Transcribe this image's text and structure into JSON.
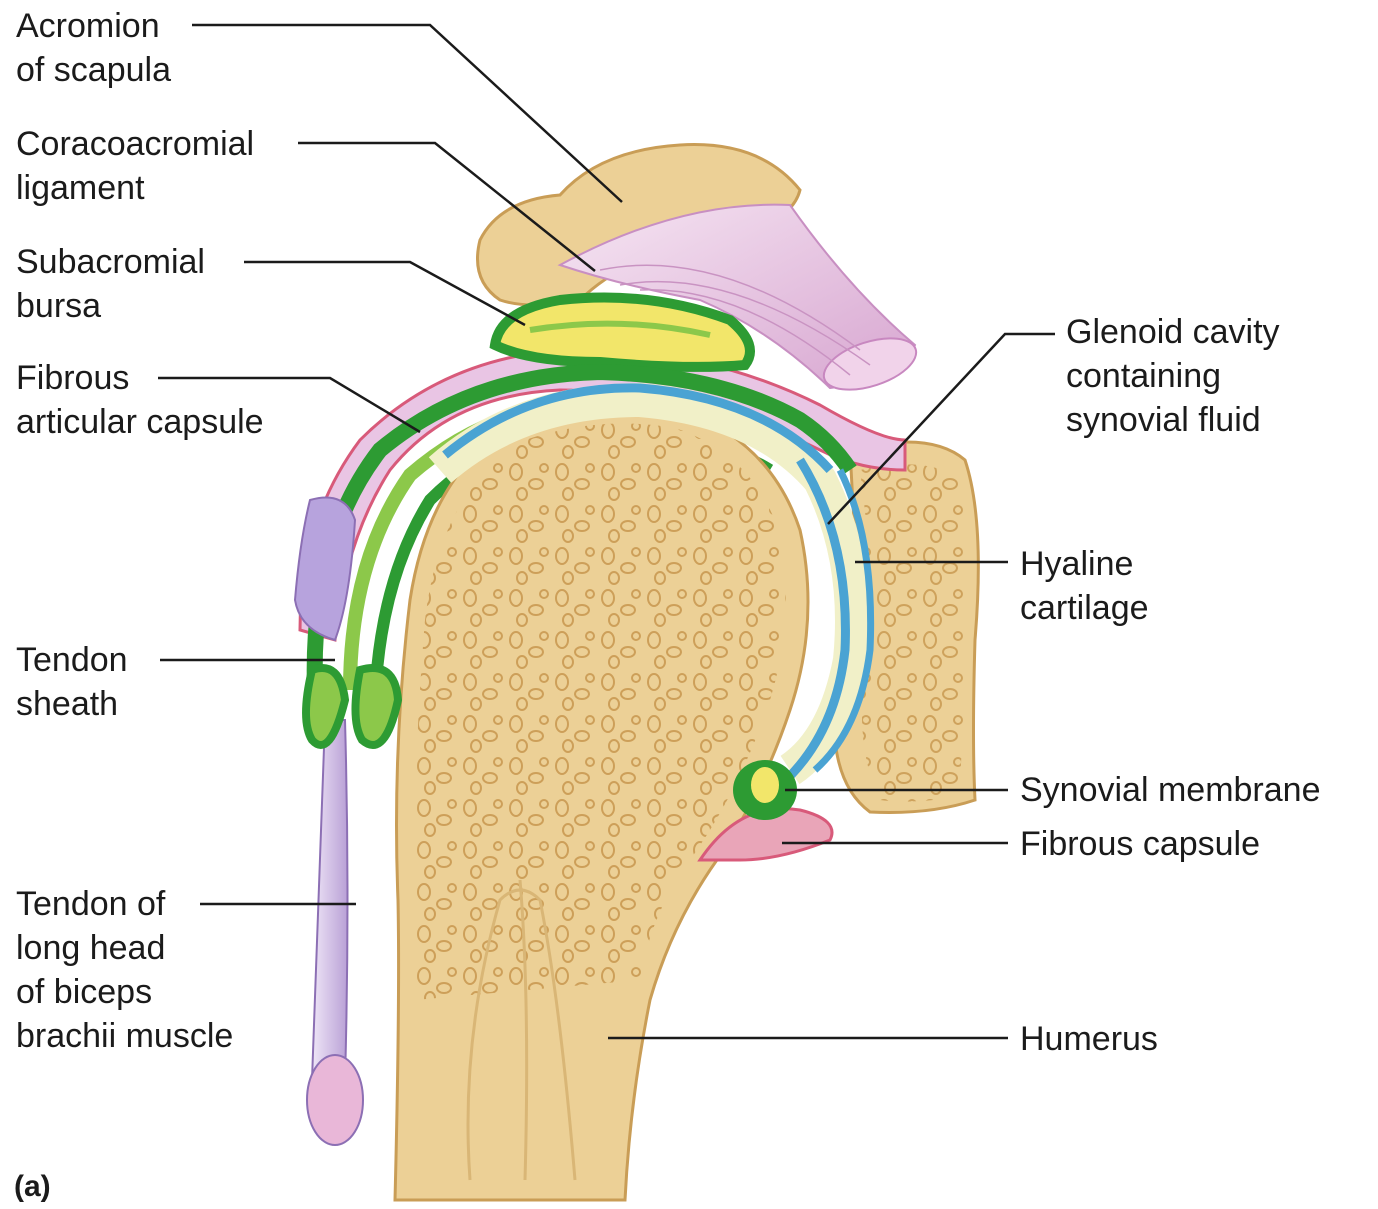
{
  "labels": {
    "acromion": [
      "Acromion",
      "of scapula"
    ],
    "coracoacromial": [
      "Coracoacromial",
      "ligament"
    ],
    "subacromial": [
      "Subacromial",
      "bursa"
    ],
    "fibrous_articular": [
      "Fibrous",
      "articular capsule"
    ],
    "tendon_sheath": [
      "Tendon",
      "sheath"
    ],
    "tendon_long_head": [
      "Tendon of",
      "long head",
      "of biceps",
      "brachii muscle"
    ],
    "glenoid": [
      "Glenoid cavity",
      "containing",
      "synovial fluid"
    ],
    "hyaline": [
      "Hyaline",
      "cartilage"
    ],
    "synovial_membrane": "Synovial membrane",
    "fibrous_capsule": "Fibrous capsule",
    "humerus": "Humerus",
    "panel": "(a)"
  },
  "colors": {
    "bone": "#ecd096",
    "bone_edge": "#c99d56",
    "spongy_pits": "#d3a862",
    "ligament": "#e7b7df",
    "capsule_pink": "#d85a7a",
    "synovial_green": "#2d9b33",
    "light_green": "#8cc84a",
    "cartilage_blue": "#4aa3d3",
    "synovial_fluid": "#f1f0c8",
    "tendon_lilac": "#c8b3e0",
    "leader_line": "#1b1b1b"
  }
}
